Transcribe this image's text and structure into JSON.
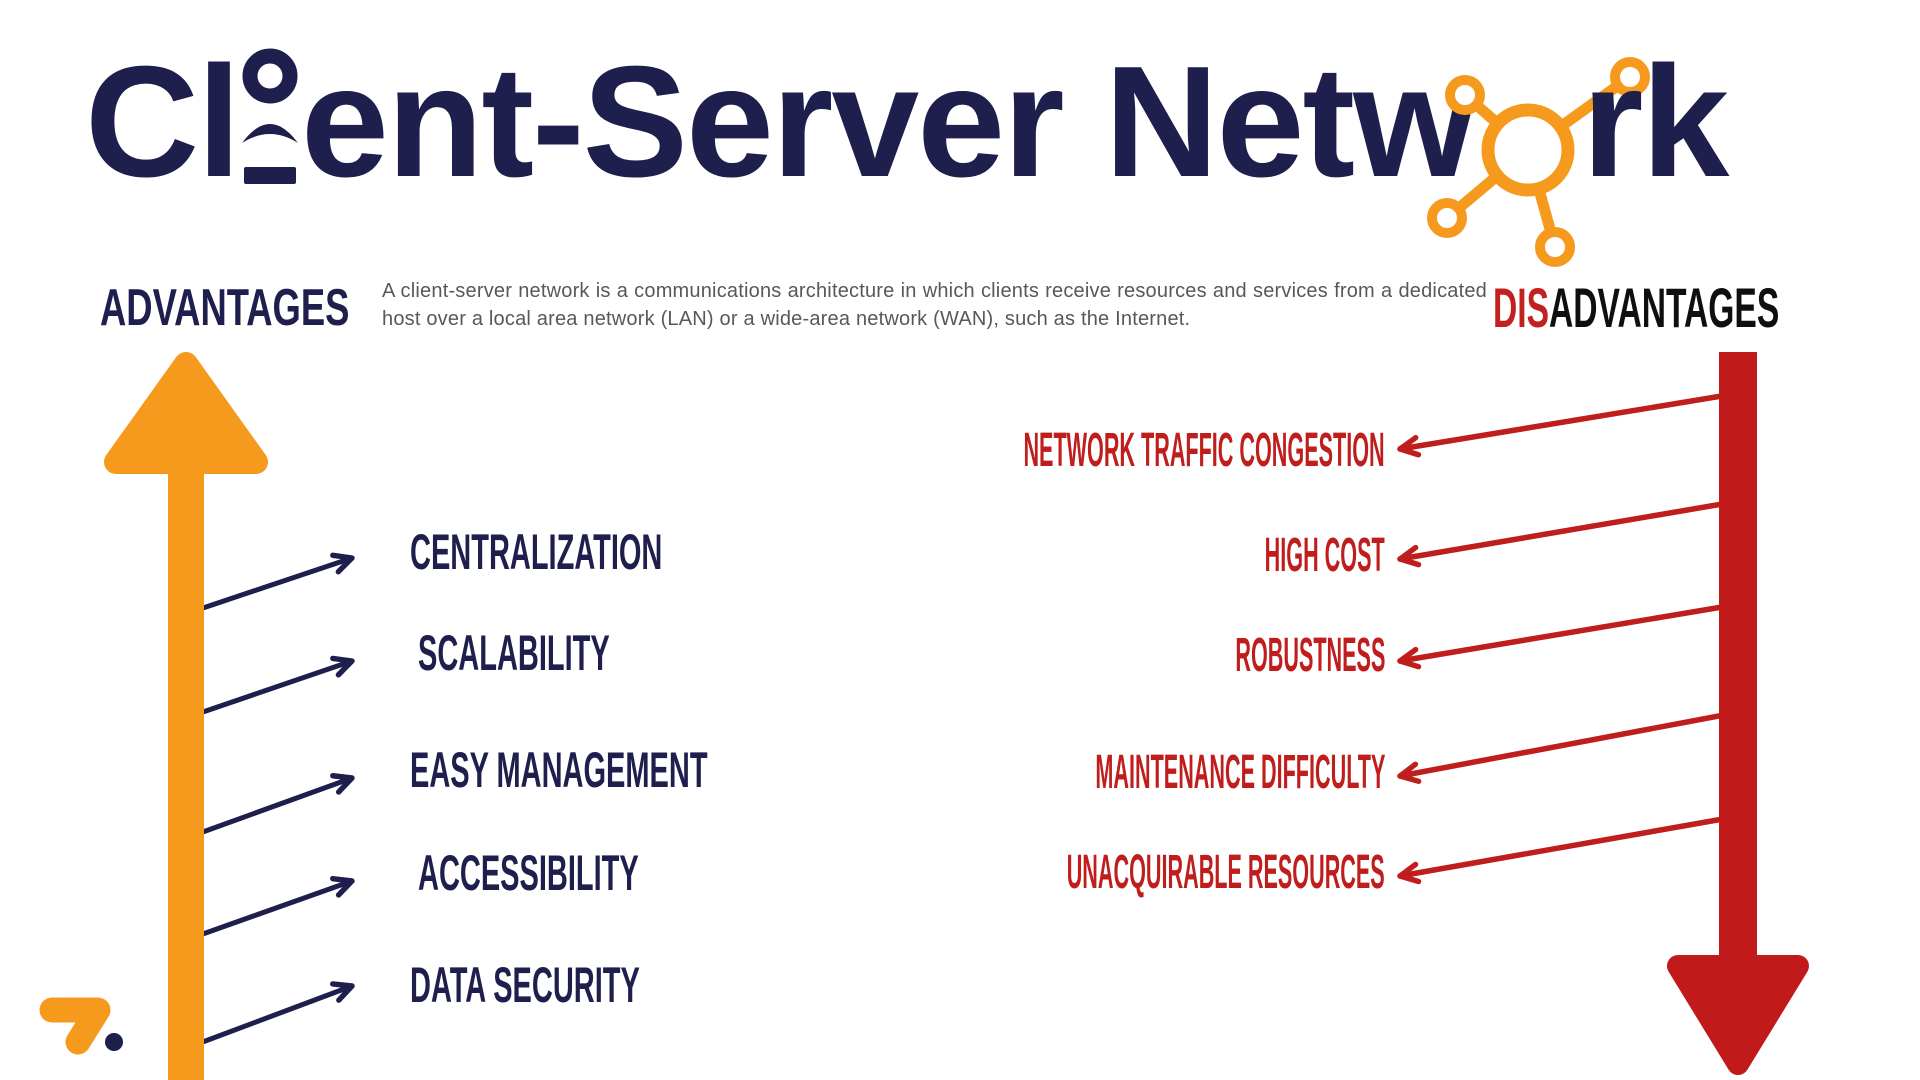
{
  "title": {
    "part1": "Cl",
    "part2": "ent-Server Netw",
    "part3": "rk"
  },
  "description": "A client-server network is a communications architecture in which clients receive resources and services from a dedicated host over a local area network (LAN) or a wide-area network (WAN), such as the Internet.",
  "advantages": {
    "heading": "ADVANTAGES",
    "items": [
      "CENTRALIZATION",
      "SCALABILITY",
      "EASY MANAGEMENT",
      "ACCESSIBILITY",
      "DATA SECURITY"
    ]
  },
  "disadvantages": {
    "heading_prefix": "DIS",
    "heading_rest": "ADVANTAGES",
    "items": [
      "NETWORK TRAFFIC CONGESTION",
      "HIGH COST",
      "ROBUSTNESS",
      "MAINTENANCE DIFFICULTY",
      "UNACQUIRABLE RESOURCES"
    ]
  },
  "colors": {
    "navy": "#1f1f4e",
    "orange": "#f69a1d",
    "red": "#c01d1d",
    "heading_red": "#c32020",
    "heading_black": "#0f0f0f",
    "description_gray": "#58585b"
  },
  "icons": {
    "person": "person-icon",
    "network_hub": "network-hub-icon",
    "up_arrow": "up-arrow-icon",
    "down_arrow": "down-arrow-icon",
    "logo": "logo-seven-icon"
  }
}
